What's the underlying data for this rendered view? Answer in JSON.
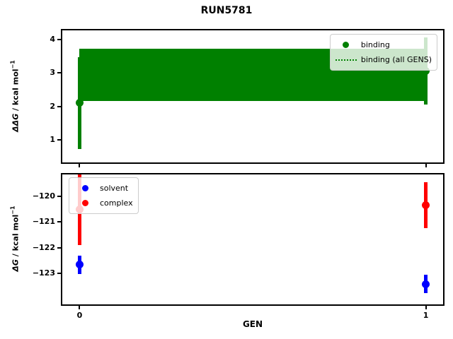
{
  "title": "RUN5781",
  "xlabel": "GEN",
  "colors": {
    "binding": "#008000",
    "solvent": "#0000ff",
    "complex": "#ff0000",
    "axes": "#000000",
    "legend_border": "#cccccc"
  },
  "chart_data": [
    {
      "type": "scatter",
      "name": "ddg-panel",
      "ylabel": {
        "math": "ΔΔG",
        "rest": " / kcal mol",
        "sup": "−1"
      },
      "ylim": [
        0.33,
        4.27
      ],
      "yticks": [
        1,
        2,
        3,
        4
      ],
      "xlim": [
        -0.05,
        1.05
      ],
      "xticks": [
        0,
        1
      ],
      "xtick_labels": false,
      "series": [
        {
          "name": "binding",
          "color": "#008000",
          "x": [
            0,
            1
          ],
          "y": [
            2.1,
            3.05
          ],
          "yerr": [
            1.37,
            1.0
          ]
        }
      ],
      "band": {
        "name": "binding (all GENS)",
        "color": "#008000",
        "x": [
          0,
          1
        ],
        "center": 2.95,
        "y_low": 2.17,
        "y_high": 3.72
      },
      "legend": {
        "position": "upper-right",
        "items": [
          {
            "label": "binding",
            "glyph": "dot",
            "color": "#008000"
          },
          {
            "label": "binding (all GENS)",
            "glyph": "dotted-line",
            "color": "#008000"
          }
        ]
      }
    },
    {
      "type": "scatter",
      "name": "dg-panel",
      "ylabel": {
        "math": "ΔG",
        "rest": " / kcal mol",
        "sup": "−1"
      },
      "ylim": [
        -124.22,
        -119.14
      ],
      "yticks": [
        -120,
        -121,
        -122,
        -123
      ],
      "xlim": [
        -0.05,
        1.05
      ],
      "xticks": [
        0,
        1
      ],
      "xtick_labels": true,
      "series": [
        {
          "name": "solvent",
          "color": "#0000ff",
          "x": [
            0,
            1
          ],
          "y": [
            -122.67,
            -123.42
          ],
          "yerr": [
            0.36,
            0.35
          ]
        },
        {
          "name": "complex",
          "color": "#ff0000",
          "x": [
            0,
            1
          ],
          "y": [
            -120.5,
            -120.35
          ],
          "yerr": [
            1.4,
            0.9
          ]
        }
      ],
      "legend": {
        "position": "upper-left",
        "items": [
          {
            "label": "solvent",
            "glyph": "dot",
            "color": "#0000ff"
          },
          {
            "label": "complex",
            "glyph": "dot",
            "color": "#ff0000"
          }
        ]
      }
    }
  ]
}
